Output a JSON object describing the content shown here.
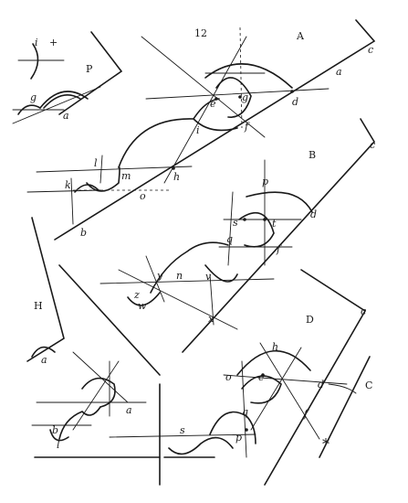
{
  "figure_number": "12",
  "sections": {
    "A": "A",
    "B": "B",
    "D": "D",
    "H": "H",
    "P": "P",
    "C": "C"
  },
  "labels": {
    "i_top": "i",
    "plus": "+",
    "g_p": "g",
    "a_p": "a",
    "e": "e",
    "g": "g",
    "d_a": "d",
    "a_a": "a",
    "c_a": "c",
    "i_mid": "i",
    "f_a": "f",
    "l": "l",
    "m": "m",
    "h": "h",
    "k": "k",
    "o": "o",
    "b": "b",
    "c_b": "c",
    "p": "p",
    "s_b": "s",
    "t": "t",
    "d_b": "d",
    "q": "q",
    "f_b": "f",
    "y": "y",
    "n": "n",
    "v": "v",
    "z": "z",
    "w": "w",
    "x": "x",
    "a_h": "a",
    "a_low": "a",
    "b_low": "b",
    "l_low": "l",
    "c_d": "c",
    "h_d": "h",
    "o_d": "o",
    "e_d": "e",
    "d_d": "d",
    "f_d": "f",
    "q_d": "q",
    "p_d": "p",
    "s_d": "s",
    "asterisk": "*"
  }
}
